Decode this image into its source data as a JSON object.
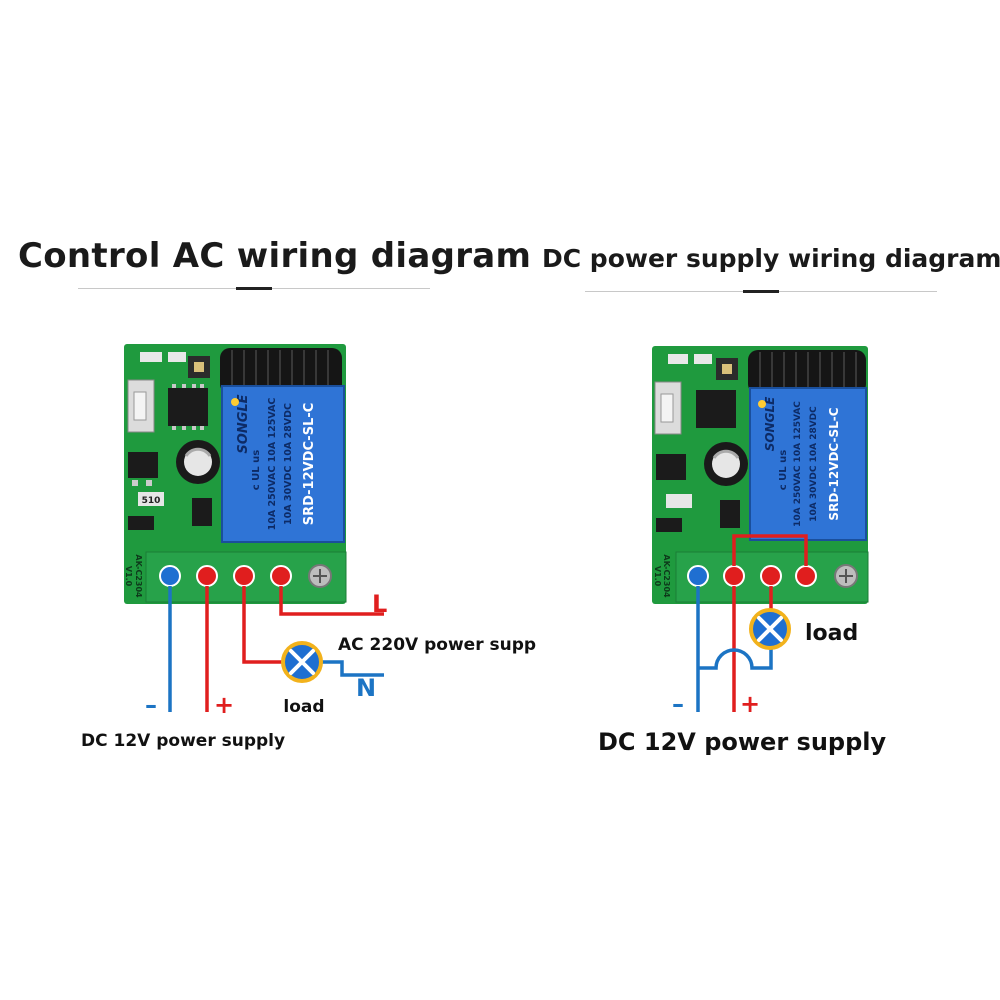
{
  "left_diagram": {
    "title": "Control AC wiring diagram",
    "board": {
      "relay_brand": "SONGLE",
      "relay_ratings": [
        "10A 250VAC  10A 125VAC",
        "10A 30VDC  10A 28VDC"
      ],
      "relay_model": "SRD-12VDC-SL-C",
      "relay_marks": "c UL us",
      "pcb_code": "AK-C2304",
      "pcb_version": "V1.0",
      "resistor_code": "510"
    },
    "labels": {
      "live": "L",
      "ac_supply": "AC 220V power supp",
      "neutral": "N",
      "load": "load",
      "minus": "–",
      "plus": "+",
      "dc_supply": "DC 12V power supply"
    }
  },
  "right_diagram": {
    "title": "DC power supply wiring diagram",
    "board": {
      "relay_brand": "SONGLE",
      "relay_ratings": [
        "10A 250VAC  10A 125VAC",
        "10A 30VDC  10A 28VDC"
      ],
      "relay_model": "SRD-12VDC-SL-C",
      "relay_marks": "c UL us",
      "pcb_code": "AK-C2304",
      "pcb_version": "V1.0"
    },
    "labels": {
      "load": "load",
      "minus": "–",
      "plus": "+",
      "dc_supply": "DC 12V power supply"
    }
  },
  "colors": {
    "pcb_green": "#1f9a3e",
    "terminal_green": "#27a24a",
    "relay_blue": "#2f74d6",
    "wire_blue": "#1c74c4",
    "wire_red": "#e01e1e",
    "lamp_blue": "#1f6fd1",
    "lamp_ring": "#f2b21c"
  }
}
